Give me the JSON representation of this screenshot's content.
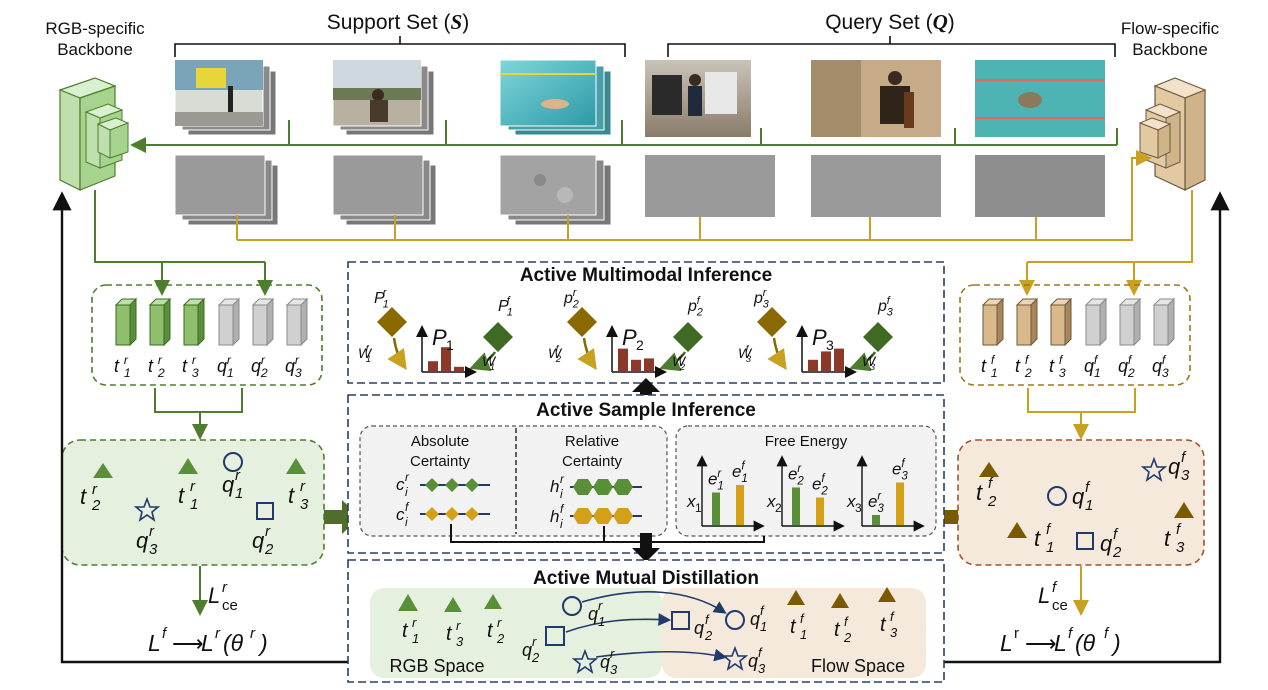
{
  "header": {
    "rgb_backbone": [
      "RGB-specific",
      "Backbone"
    ],
    "flow_backbone": [
      "Flow-specific",
      "Backbone"
    ],
    "support_set": "Support Set (",
    "support_sym": "S",
    "query_set": "Query Set (",
    "query_sym": "Q",
    "close_paren": ")"
  },
  "ami": {
    "title": "Active Multimodal Inference",
    "groups": [
      {
        "pr": "P",
        "pr_sub": "1",
        "pr_sup": "r",
        "pf": "P",
        "pf_sub": "1",
        "pf_sup": "f",
        "wl": "W",
        "wl_sub": "1",
        "wl_sup": "f",
        "wr": "W",
        "wr_sub": "1",
        "wr_sup": "r",
        "center": "P",
        "center_sub": "1",
        "bars": [
          0.35,
          0.85,
          0.15
        ]
      },
      {
        "pr": "p",
        "pr_sub": "2",
        "pr_sup": "r",
        "pf": "p",
        "pf_sub": "2",
        "pf_sup": "f",
        "wl": "W",
        "wl_sub": "2",
        "wl_sup": "f",
        "wr": "W",
        "wr_sub": "2",
        "wr_sup": "r",
        "center": "P",
        "center_sub": "2",
        "bars": [
          0.8,
          0.4,
          0.45
        ]
      },
      {
        "pr": "p",
        "pr_sub": "3",
        "pr_sup": "r",
        "pf": "p",
        "pf_sub": "3",
        "pf_sup": "f",
        "wl": "W",
        "wl_sub": "3",
        "wl_sup": "f",
        "wr": "W",
        "wr_sub": "3",
        "wr_sup": "r",
        "center": "P",
        "center_sub": "3",
        "bars": [
          0.4,
          0.7,
          0.8
        ]
      }
    ]
  },
  "asi": {
    "title": "Active Sample Inference",
    "abs_title": [
      "Absolute",
      "Certainty"
    ],
    "rel_title": [
      "Relative",
      "Certainty"
    ],
    "fe_title": "Free Energy",
    "abs_labels": [
      {
        "b": "c",
        "sub": "i",
        "sup": "r"
      },
      {
        "b": "c",
        "sub": "i",
        "sup": "f"
      }
    ],
    "rel_labels": [
      {
        "b": "h",
        "sub": "i",
        "sup": "r"
      },
      {
        "b": "h",
        "sub": "i",
        "sup": "f"
      }
    ],
    "fe_groups": [
      {
        "x": "x",
        "x_sub": "1",
        "er": "e",
        "er_sub": "1",
        "er_sup": "r",
        "ef": "e",
        "ef_sub": "1",
        "ef_sup": "f",
        "bars": [
          0.65,
          0.8
        ]
      },
      {
        "x": "x",
        "x_sub": "2",
        "er": "e",
        "er_sub": "2",
        "er_sup": "r",
        "ef": "e",
        "ef_sub": "2",
        "ef_sup": "f",
        "bars": [
          0.75,
          0.55
        ]
      },
      {
        "x": "x",
        "x_sub": "3",
        "er": "e",
        "er_sub": "3",
        "er_sup": "r",
        "ef": "e",
        "ef_sub": "3",
        "ef_sup": "f",
        "bars": [
          0.2,
          0.85
        ]
      }
    ]
  },
  "amd": {
    "title": "Active Mutual Distillation",
    "rgb_space": "RGB Space",
    "flow_space": "Flow Space"
  },
  "left": {
    "features": [
      {
        "b": "t",
        "sub": "1",
        "sup": "r"
      },
      {
        "b": "t",
        "sub": "2",
        "sup": "r"
      },
      {
        "b": "t",
        "sub": "3",
        "sup": "r"
      },
      {
        "b": "q",
        "sub": "1",
        "sup": "r"
      },
      {
        "b": "q",
        "sub": "2",
        "sup": "r"
      },
      {
        "b": "q",
        "sub": "3",
        "sup": "r"
      }
    ],
    "loss": {
      "b": "L",
      "sup": "r",
      "sub": "ce"
    },
    "bottom": {
      "a": "L",
      "a_sup": "f",
      "arrow": "⟶",
      "b": "L",
      "b_sup": "r",
      "arg": "(θ",
      "arg_sup": "r",
      "close": ")"
    }
  },
  "right": {
    "features": [
      {
        "b": "t",
        "sub": "1",
        "sup": "f"
      },
      {
        "b": "t",
        "sub": "2",
        "sup": "f"
      },
      {
        "b": "t",
        "sub": "3",
        "sup": "f"
      },
      {
        "b": "q",
        "sub": "1",
        "sup": "f"
      },
      {
        "b": "q",
        "sub": "2",
        "sup": "f"
      },
      {
        "b": "q",
        "sub": "3",
        "sup": "f"
      }
    ],
    "loss": {
      "b": "L",
      "sup": "f",
      "sub": "ce"
    },
    "bottom": {
      "a": "L",
      "a_sup": "r",
      "arrow": "⟶",
      "b": "L",
      "b_sup": "f",
      "arg": "(θ",
      "arg_sup": "f",
      "close": ")"
    }
  },
  "colors": {
    "green": "#5a8f3a",
    "green_fill": "#8fbf6a",
    "green_bg": "#e6f0de",
    "gold": "#c9a020",
    "brown": "#7a5a00",
    "brown_fill": "#d9b98a",
    "brown_bg": "#f5e9dc",
    "red_bar": "#8b3a2a",
    "navy": "#1f3a6b",
    "dash_navy": "#2a3f66"
  }
}
